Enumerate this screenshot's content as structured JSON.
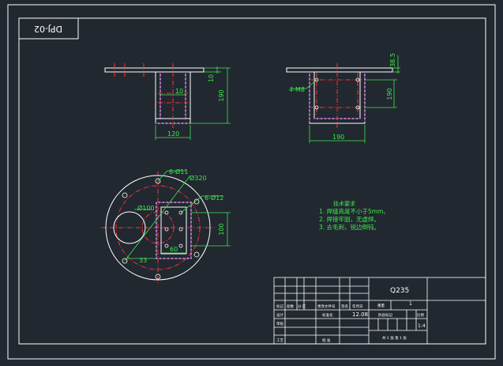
{
  "drawing": {
    "id_rotated": "DPJ-02",
    "background": "#212830",
    "line_color": "#ffffff",
    "dim_color": "#3fe84a",
    "center_color": "#ff3030",
    "hidden_color": "#d040e0"
  },
  "front_view": {
    "dim_flange": "10",
    "dim_height": "190",
    "dim_wall": "10",
    "dim_width": "120"
  },
  "side_view": {
    "dim_thick": "38.5",
    "dim_height": "190",
    "dim_width": "190",
    "hole_label": "4-M8"
  },
  "top_view": {
    "label_holes_large": "6-Ø11",
    "label_pcd": "Ø320",
    "label_holes_small": "6-Ø12",
    "label_bore": "Ø100",
    "dim_side": "100",
    "dim_base": "60",
    "dim_offset": "33"
  },
  "notes": {
    "title": "技术要求",
    "line1": "1. 焊缝高度不小于5mm。",
    "line2": "2. 焊接牢固，无虚焊。",
    "line3": "3. 去毛刺，锐边倒钝。"
  },
  "title_block": {
    "material": "Q235",
    "cells": {
      "r1c1": "标记",
      "r1c2": "处数",
      "r1c3": "分 区",
      "r1c4": "更改文件号",
      "r1c5": "签名",
      "r1c6": "年月日",
      "r2c1": "设计",
      "r2c4": "标准化",
      "r2c6": "12.08",
      "r3c1": "审核",
      "r4c1": "工艺",
      "r4c4": "批 准",
      "lbl_stage": "阶段标记",
      "lbl_weight": "重量",
      "lbl_scale": "比例",
      "scale": "1:4",
      "qty": "1",
      "sheets": "共 1 张  第 1 张"
    }
  }
}
